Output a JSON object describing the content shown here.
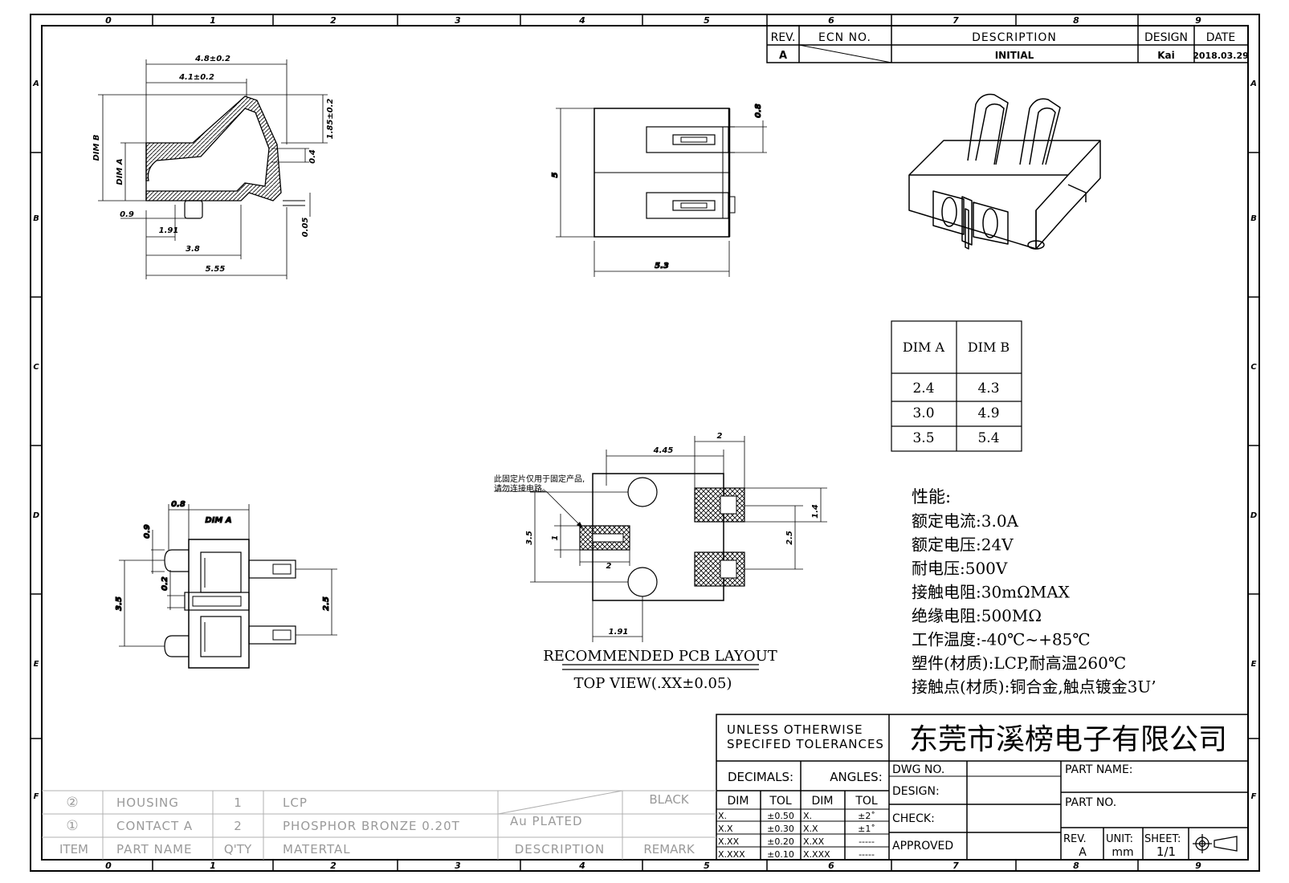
{
  "border": {
    "columns": [
      "0",
      "1",
      "2",
      "3",
      "4",
      "5",
      "6",
      "7",
      "8",
      "9"
    ],
    "rows": [
      "A",
      "B",
      "C",
      "D",
      "E",
      "F"
    ]
  },
  "revision_table": {
    "headers": {
      "rev": "REV.",
      "ecn": "ECN NO.",
      "description": "DESCRIPTION",
      "design": "DESIGN",
      "date": "DATE"
    },
    "row": {
      "rev": "A",
      "description": "INITIAL",
      "design": "Kai",
      "date": "2018.03.29"
    }
  },
  "side_view": {
    "dims": [
      "4.8±0.2",
      "4.1±0.2",
      "1.85±0.2",
      "0.4",
      "DIM B",
      "DIM A",
      "0.9",
      "1.91",
      "3.8",
      "5.55",
      "0.05"
    ]
  },
  "top_view": {
    "dims": [
      "0.8",
      "5",
      "5.3"
    ]
  },
  "front_view": {
    "dims": [
      "0.8",
      "DIM A",
      "0.9",
      "0.2",
      "3.5",
      "2.5"
    ]
  },
  "pcb_layout": {
    "note_line1": "此固定片仅用于固定产品,",
    "note_line2": "请勿连接电路。",
    "dims": [
      "4.45",
      "2",
      "1.4",
      "2.5",
      "3.5",
      "1",
      "2",
      "1.91"
    ],
    "caption": "RECOMMENDED PCB LAYOUT",
    "subcaption": "TOP VIEW(.XX±0.05)"
  },
  "dim_table": {
    "headers": [
      "DIM A",
      "DIM B"
    ],
    "rows": [
      [
        "2.4",
        "4.3"
      ],
      [
        "3.0",
        "4.9"
      ],
      [
        "3.5",
        "5.4"
      ]
    ]
  },
  "specs": {
    "title": "性能:",
    "lines": [
      "额定电流:3.0A",
      "额定电压:24V",
      "耐电压:500V",
      "接触电阻:30mΩMAX",
      "绝缘电阻:500MΩ",
      "工作温度:-40℃~+85℃",
      "塑件(材质):LCP,耐高温260℃",
      "接触点(材质):铜合金,触点镀金3U’"
    ]
  },
  "bom": {
    "rows": [
      {
        "no": "②",
        "part": "HOUSING",
        "qty": "1",
        "material": "LCP",
        "description": "",
        "remark": "BLACK"
      },
      {
        "no": "①",
        "part": "CONTACT A",
        "qty": "2",
        "material": "PHOSPHOR BRONZE 0.20T",
        "description": "Au PLATED",
        "remark": ""
      }
    ],
    "header": {
      "no": "ITEM",
      "part": "PART NAME",
      "qty": "Q'TY",
      "material": "MATERTAL",
      "description": "DESCRIPTION",
      "remark": "REMARK"
    }
  },
  "title_block": {
    "tolerance_line1": "UNLESS OTHERWISE",
    "tolerance_line2": "SPECIFED TOLERANCES",
    "company": "东莞市溪榜电子有限公司",
    "decimals": "DECIMALS:",
    "angles": "ANGLES:",
    "dim": "DIM",
    "tol": "TOL",
    "decimal_rows": [
      [
        "X.",
        "±0.50"
      ],
      [
        "X.X",
        "±0.30"
      ],
      [
        "X.XX",
        "±0.20"
      ],
      [
        "X.XXX",
        "±0.10"
      ]
    ],
    "angle_rows": [
      [
        "X.",
        "±2˚"
      ],
      [
        "X.X",
        "±1˚"
      ],
      [
        "X.XX",
        "-----"
      ],
      [
        "X.XXX",
        "-----"
      ]
    ],
    "dwg_no": "DWG NO.",
    "design": "DESIGN:",
    "check": "CHECK:",
    "approved": "APPROVED",
    "part_name": "PART NAME:",
    "part_no": "PART NO.",
    "rev_label": "REV.",
    "rev_value": "A",
    "unit_label": "UNIT:",
    "unit_value": "mm",
    "sheet_label": "SHEET:",
    "sheet_value": "1/1"
  }
}
